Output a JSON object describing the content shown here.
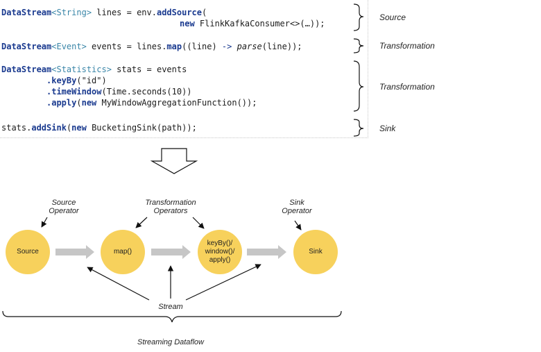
{
  "code": {
    "line1a": {
      "type": "DataStream",
      "gen": "<String>",
      "rest": " lines = env.",
      "call": "addSource",
      "tail": "("
    },
    "line1b": {
      "new": "new",
      "rest": " FlinkKafkaConsumer<>(…));"
    },
    "line2": {
      "type": "DataStream",
      "gen": "<Event>",
      "rest": " events = lines.",
      "call": "map",
      "mid": "((line) ",
      "arrow": "->",
      "it": "parse",
      "tail": "(line));"
    },
    "line3a": {
      "type": "DataStream",
      "gen": "<Statistics>",
      "rest": " stats = events"
    },
    "line3b": {
      "call": ".keyBy",
      "tail": "(\"id\")"
    },
    "line3c": {
      "call": ".timeWindow",
      "tail": "(Time.seconds(10))"
    },
    "line3d": {
      "call": ".apply",
      "tail": "(",
      "new": "new",
      "rest": " MyWindowAggregationFunction());"
    },
    "line4": {
      "pre": "stats.",
      "call": "addSink",
      "tail": "(",
      "new": "new",
      "rest": " BucketingSink(path));"
    }
  },
  "side_labels": {
    "source": "Source",
    "transformation1": "Transformation",
    "transformation2": "Transformation",
    "sink": "Sink"
  },
  "diagram": {
    "source_operator": "Source\nOperator",
    "transformation_operators": "Transformation\nOperators",
    "sink_operator": "Sink\nOperator",
    "nodes": {
      "source": "Source",
      "map": "map()",
      "keyby": "keyBy()/\nwindow()/\napply()",
      "sink": "Sink"
    },
    "stream": "Stream",
    "streaming_dataflow": "Streaming Dataflow"
  },
  "colors": {
    "node_fill": "#f7d15c",
    "arrow_fill": "#c6c6c6"
  }
}
